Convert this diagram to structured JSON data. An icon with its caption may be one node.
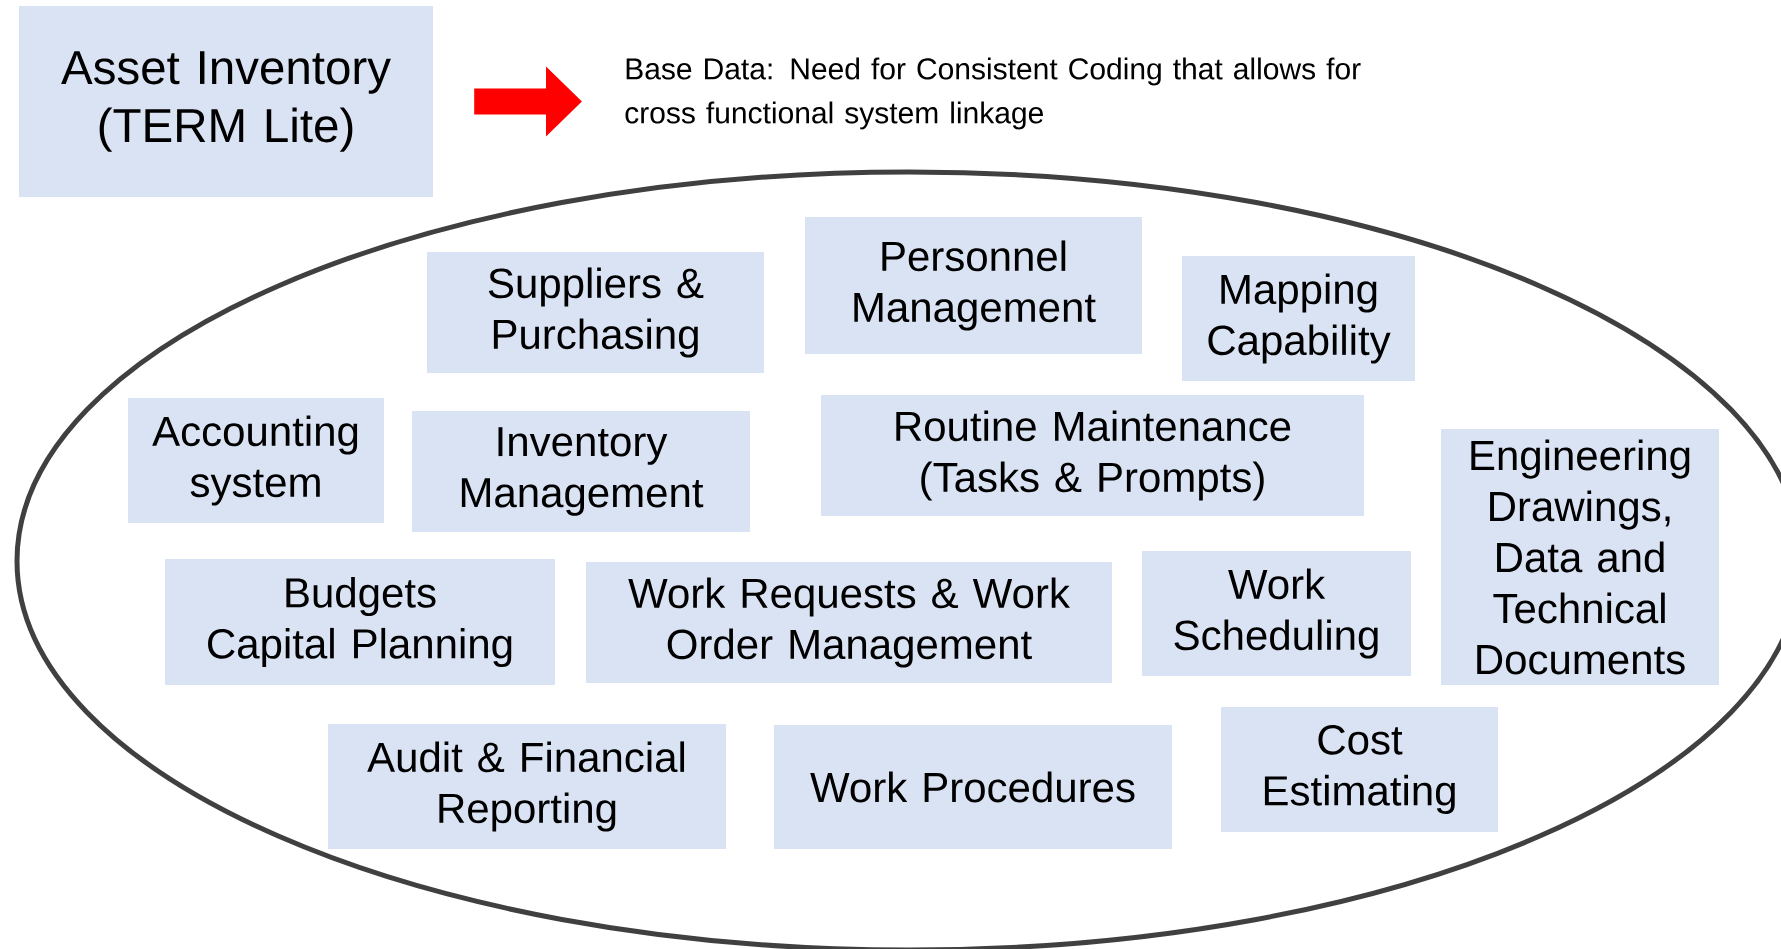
{
  "diagram": {
    "nodes": [
      {
        "text": [
          "Asset Inventory (TERM Lite)"
        ]
      },
      {
        "text": [
          "Base Data: Need for Consistent Coding that allows for cross functional system linkage"
        ]
      },
      {
        "text": [],
        "shape": "ellipse"
      },
      {
        "text": [
          "Suppliers & Purchasing"
        ],
        "in": 2
      },
      {
        "text": [
          "Personnel Management"
        ],
        "in": 2
      },
      {
        "text": [
          "Mapping Capability"
        ],
        "in": 2
      },
      {
        "text": [
          "Accounting system"
        ],
        "in": 2
      },
      {
        "text": [
          "Inventory Management"
        ],
        "in": 2
      },
      {
        "text": [
          "Routine Maintenance (Tasks & Prompts)"
        ],
        "in": 2
      },
      {
        "text": [
          "Engineering Drawings, Data and Technical Documents"
        ],
        "in": 2
      },
      {
        "text": [
          "Budgets",
          "Capital Planning"
        ],
        "in": 2
      },
      {
        "text": [
          "Work Requests & Work Order Management"
        ],
        "in": 2
      },
      {
        "text": [
          "Work Scheduling"
        ],
        "in": 2
      },
      {
        "text": [
          "Audit & Financial Reporting"
        ],
        "in": 2
      },
      {
        "text": [
          "Work Procedures"
        ],
        "in": 2
      },
      {
        "text": [
          "Cost Estimating"
        ],
        "in": 2
      }
    ],
    "edges": [
      {
        "from": 0,
        "to": 1,
        "arrow": "to",
        "color": "#ff0000"
      }
    ]
  }
}
